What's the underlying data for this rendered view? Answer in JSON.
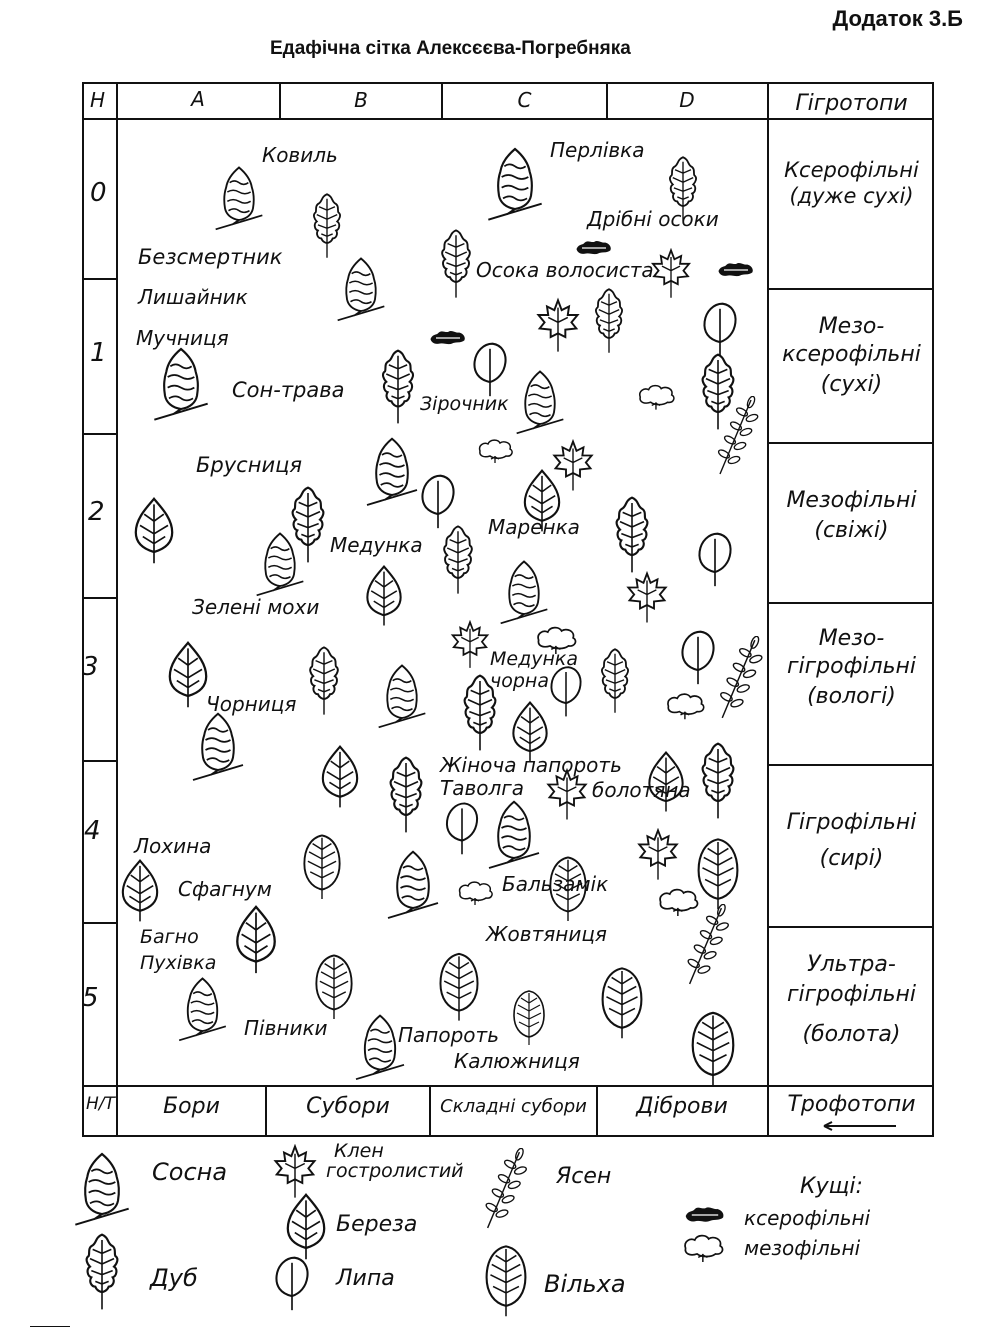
{
  "annex": "Додаток 3.Б",
  "title": "Едафічна сітка Алексєєва-Погребняка",
  "header": {
    "corner": "Н",
    "columns": [
      "А",
      "В",
      "С",
      "D"
    ],
    "hygro_title": "Гігротопи"
  },
  "rows": [
    "0",
    "1",
    "2",
    "3",
    "4",
    "5"
  ],
  "hygrotopes": [
    {
      "line1": "Ксерофільні",
      "line2": "(дуже сухі)"
    },
    {
      "line1": "Мезо-",
      "line2": "ксерофільні",
      "line3": "(сухі)"
    },
    {
      "line1": "Мезофільні",
      "line2": "(свіжі)"
    },
    {
      "line1": "Мезо-",
      "line2": "гігрофільні",
      "line3": "(вологі)"
    },
    {
      "line1": "Гігрофільні",
      "line2": "(сирі)"
    },
    {
      "line1": "Ультра-",
      "line2": "гігрофільні",
      "line3": "(болота)"
    }
  ],
  "footer": {
    "corner": "Н/Т",
    "types": [
      "Бори",
      "Субори",
      "Складні субори",
      "Діброви"
    ],
    "trophotopes": "Трофотопи"
  },
  "plants": [
    "Ковиль",
    "Перлівка",
    "Дрібні осоки",
    "Безсмертник",
    "Осока волосиста",
    "Лишайник",
    "Мучниця",
    "Сон-трава",
    "Зірочник",
    "Брусниця",
    "Маренка",
    "Медунка",
    "Зелені мохи",
    "Медунка",
    "чорна",
    "Чорниця",
    "Жіноча папороть",
    "Таволга",
    "болотяна",
    "Лохина",
    "Сфагнум",
    "Бальзамік",
    "Жовтяниця",
    "Багно",
    "Пухівка",
    "Півники",
    "Папороть",
    "Калюжниця"
  ],
  "legend": {
    "pine": "Сосна",
    "maple_line1": "Клен",
    "maple_line2": "гостролистий",
    "ash": "Ясен",
    "birch": "Береза",
    "oak": "Дуб",
    "linden": "Липа",
    "alder": "Вільха",
    "shrubs_title": "Кущі:",
    "shrubs_xero": "ксерофільні",
    "shrubs_meso": "мезофільні"
  },
  "icons": [
    "pine-icon",
    "oak-icon",
    "birch-icon",
    "linden-icon",
    "maple-icon",
    "ash-icon",
    "alder-icon",
    "shrub-icon"
  ]
}
